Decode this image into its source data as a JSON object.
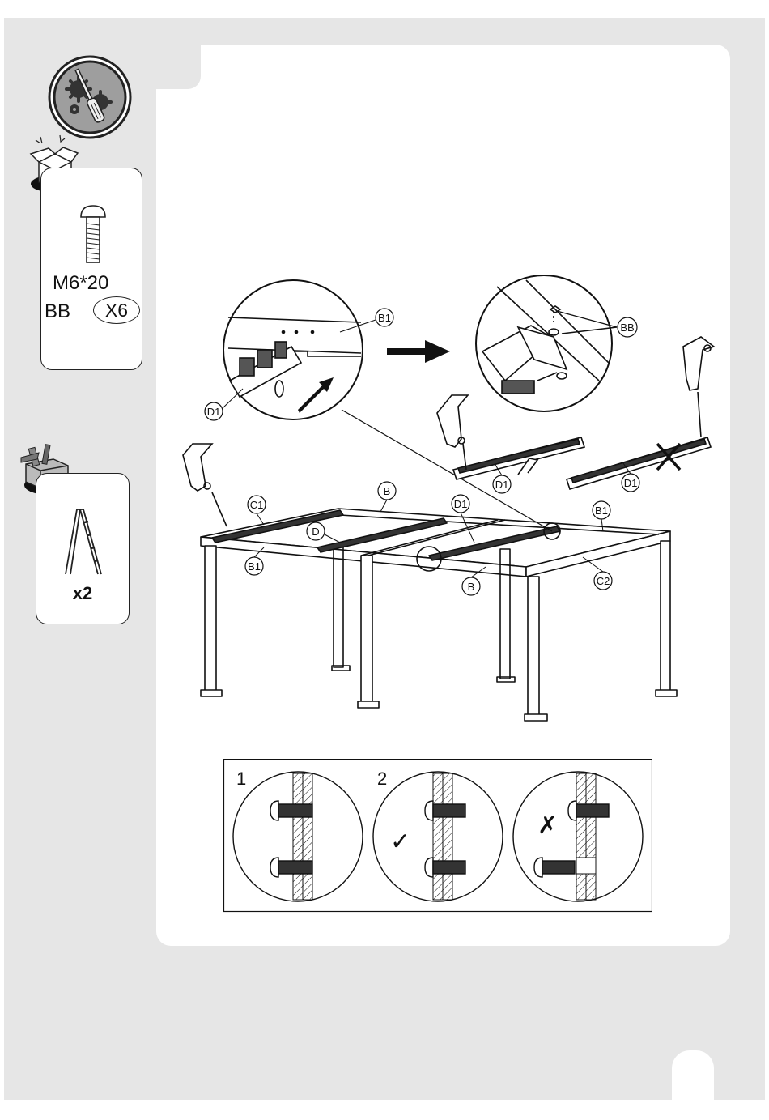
{
  "hardware": {
    "size_label": "M6*20",
    "code_label": "BB",
    "quantity_label": "X6"
  },
  "tools": {
    "quantity_label": "x2"
  },
  "diagram": {
    "callouts": {
      "b1_zoom": "B1",
      "d1_zoom": "D1",
      "bb_zoom": "BB",
      "d1_bar": "D1",
      "d1_bar_wrong": "D1",
      "b_back": "B",
      "c1": "C1",
      "d1_frame": "D1",
      "b1_back": "B1",
      "d_frame": "D",
      "b1_front": "B1",
      "c2": "C2",
      "b_front": "B"
    }
  },
  "screw_detail": {
    "step_1": "1",
    "step_2": "2",
    "correct_mark": "✓",
    "wrong_mark": "✗"
  }
}
